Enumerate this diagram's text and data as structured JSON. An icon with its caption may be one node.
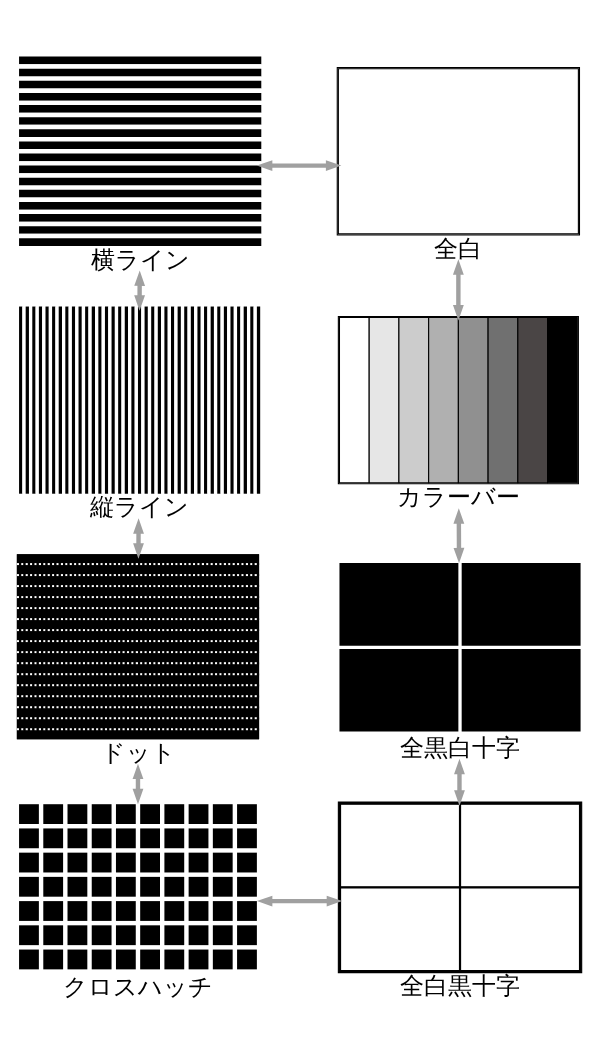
{
  "diagram": {
    "nodes": [
      {
        "text": [
          "横ライン"
        ]
      },
      {
        "text": [
          "全白"
        ]
      },
      {
        "text": [
          "縦ライン"
        ]
      },
      {
        "text": [
          "カラーバー"
        ]
      },
      {
        "text": [
          "ドット"
        ]
      },
      {
        "text": [
          "全黒白十字"
        ]
      },
      {
        "text": [
          "クロスハッチ"
        ]
      },
      {
        "text": [
          "全白黒十字"
        ]
      }
    ],
    "edges": [
      {
        "from": 0,
        "to": 1,
        "arrow": "both"
      },
      {
        "from": 0,
        "to": 2,
        "arrow": "both"
      },
      {
        "from": 1,
        "to": 3,
        "arrow": "both"
      },
      {
        "from": 2,
        "to": 4,
        "arrow": "both"
      },
      {
        "from": 3,
        "to": 5,
        "arrow": "both"
      },
      {
        "from": 4,
        "to": 6,
        "arrow": "both"
      },
      {
        "from": 5,
        "to": 7,
        "arrow": "both"
      },
      {
        "from": 6,
        "to": 7,
        "arrow": "both"
      }
    ]
  }
}
